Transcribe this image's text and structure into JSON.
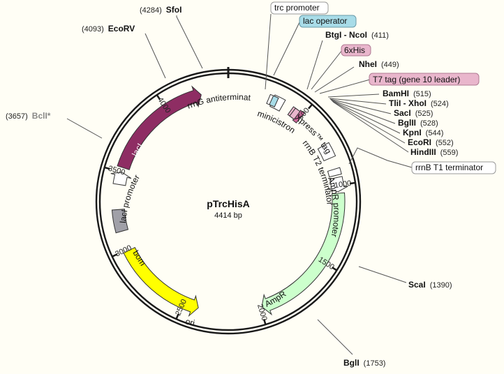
{
  "plasmid": {
    "name": "pTrcHisA",
    "size_label": "4414 bp",
    "length": 4414
  },
  "colors": {
    "lacI": "#8e2d63",
    "ori": "#ffff00",
    "AmpR": "#ccffcc",
    "bom": "#a0a0a8",
    "promoter": "#ffffff",
    "xpress": "#cc6699",
    "tag_his": "#e9b6cc",
    "tag_t7": "#e9b6cc",
    "lac_op": "#a8dce8",
    "frame": "#1a1a1a"
  },
  "ticks": [
    {
      "pos": 500,
      "label": "500"
    },
    {
      "pos": 1000,
      "label": "1000"
    },
    {
      "pos": 1500,
      "label": "1500"
    },
    {
      "pos": 2000,
      "label": "2000"
    },
    {
      "pos": 2500,
      "label": "2500"
    },
    {
      "pos": 3000,
      "label": "3000"
    },
    {
      "pos": 3500,
      "label": "3500"
    },
    {
      "pos": 4000,
      "label": "4000"
    }
  ],
  "sites": [
    {
      "name": "SfoI",
      "pos": "(4284)",
      "bp": 4284,
      "side": "left",
      "color": "#111"
    },
    {
      "name": "EcoRV",
      "pos": "(4093)",
      "bp": 4093,
      "side": "left",
      "color": "#111"
    },
    {
      "name": "BclI*",
      "pos": "(3657)",
      "bp": 3657,
      "side": "left",
      "color": "#888"
    },
    {
      "name": "BtgI - NcoI",
      "pos": "(411)",
      "bp": 411,
      "side": "right",
      "color": "#111"
    },
    {
      "name": "NheI",
      "pos": "(449)",
      "bp": 449,
      "side": "right",
      "color": "#111"
    },
    {
      "name": "BamHI",
      "pos": "(515)",
      "bp": 515,
      "side": "right",
      "color": "#111"
    },
    {
      "name": "TliI - XhoI",
      "pos": "(524)",
      "bp": 524,
      "side": "right",
      "color": "#111"
    },
    {
      "name": "SacI",
      "pos": "(525)",
      "bp": 525,
      "side": "right",
      "color": "#111"
    },
    {
      "name": "BglII",
      "pos": "(528)",
      "bp": 528,
      "side": "right",
      "color": "#111"
    },
    {
      "name": "KpnI",
      "pos": "(544)",
      "bp": 544,
      "side": "right",
      "color": "#111"
    },
    {
      "name": "EcoRI",
      "pos": "(552)",
      "bp": 552,
      "side": "right",
      "color": "#111"
    },
    {
      "name": "HindIII",
      "pos": "(559)",
      "bp": 559,
      "side": "right",
      "color": "#111"
    },
    {
      "name": "ScaI",
      "pos": "(1390)",
      "bp": 1390,
      "side": "right",
      "color": "#111"
    },
    {
      "name": "BglI",
      "pos": "(1753)",
      "bp": 1753,
      "side": "right",
      "color": "#111"
    }
  ],
  "callouts": [
    {
      "label": "trc promoter",
      "fill": "#ffffff"
    },
    {
      "label": "lac operator",
      "fill": "#a8dce8"
    },
    {
      "label": "6xHis",
      "fill": "#e9b6cc"
    },
    {
      "label": "T7 tag (gene 10 leader)",
      "fill": "#e9b6cc"
    },
    {
      "label": "rrnB T1 terminator",
      "fill": "#ffffff"
    }
  ],
  "features": [
    {
      "name": "lacI",
      "start": 3530,
      "end": 4240,
      "dir": 1,
      "color": "#8e2d63",
      "label": "lacI",
      "label_color": "#ffffff"
    },
    {
      "name": "lacI promoter",
      "start": 3420,
      "end": 3500,
      "dir": 1,
      "color": "#ffffff",
      "label": "lacI promoter",
      "label_color": "#111"
    },
    {
      "name": "AmpR",
      "start": 1050,
      "end": 1990,
      "dir": 1,
      "color": "#ccffcc",
      "label": "AmpR",
      "label_color": "#111"
    },
    {
      "name": "AmpR promoter",
      "start": 950,
      "end": 1040,
      "dir": 1,
      "color": "#ffffff",
      "label": "AmpR promoter",
      "label_color": "#111"
    },
    {
      "name": "ori",
      "start": 2400,
      "end": 2990,
      "dir": -1,
      "color": "#ffff00",
      "label": "ori",
      "label_color": "#111"
    },
    {
      "name": "bom",
      "start": 3120,
      "end": 3260,
      "dir": 0,
      "color": "#a0a0a8",
      "label": "bom",
      "label_color": "#111"
    },
    {
      "name": "rrnB T2 terminator",
      "start": 895,
      "end": 935,
      "dir": 0,
      "color": "#ffffff",
      "label": "",
      "label_color": "#111"
    },
    {
      "name": "rrnB T1 terminator",
      "start": 730,
      "end": 820,
      "dir": 0,
      "color": "#ffffff",
      "label": "",
      "label_color": "#111"
    },
    {
      "name": "minicistron",
      "start": 290,
      "end": 360,
      "dir": 0,
      "color": "#ffffff",
      "label": "",
      "label_color": "#111"
    },
    {
      "name": "Xpress tag",
      "start": 470,
      "end": 500,
      "dir": 0,
      "color": "#cc6699",
      "label": "",
      "label_color": "#111"
    }
  ],
  "arc_labels": [
    {
      "text": "rrnG antiterminator"
    },
    {
      "text": "minicistron"
    },
    {
      "text": "Xpress™ tag"
    },
    {
      "text": "rrnB T2 terminator"
    },
    {
      "text": "AmpR promoter"
    },
    {
      "text": "lacI promoter"
    },
    {
      "text": "bom"
    },
    {
      "text": "ori"
    },
    {
      "text": "AmpR"
    },
    {
      "text": "lacI"
    }
  ]
}
